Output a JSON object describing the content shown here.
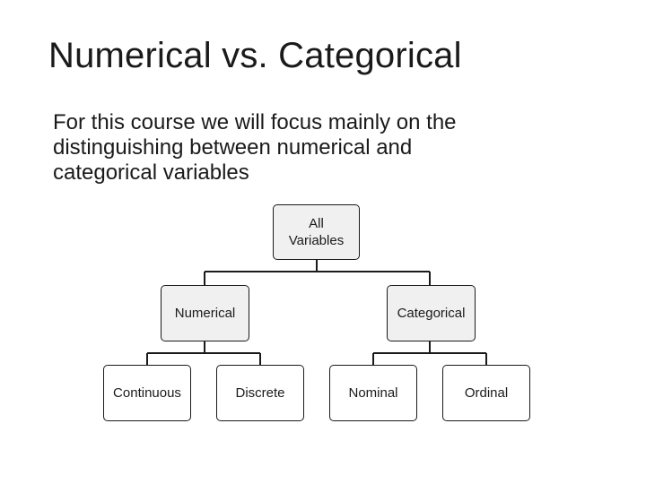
{
  "slide": {
    "title": "Numerical vs. Categorical",
    "body_lines": [
      "For this course we will focus mainly on the",
      "distinguishing between numerical and",
      "categorical variables"
    ]
  },
  "diagram": {
    "root": {
      "label": "All\nVariables"
    },
    "numerical": {
      "label": "Numerical"
    },
    "categorical": {
      "label": "Categorical"
    },
    "continuous": {
      "label": "Continuous"
    },
    "discrete": {
      "label": "Discrete"
    },
    "nominal": {
      "label": "Nominal"
    },
    "ordinal": {
      "label": "Ordinal"
    }
  },
  "colors": {
    "node_shaded_fill": "#f0f0f0",
    "node_plain_fill": "#ffffff",
    "stroke": "#1a1a1a"
  }
}
